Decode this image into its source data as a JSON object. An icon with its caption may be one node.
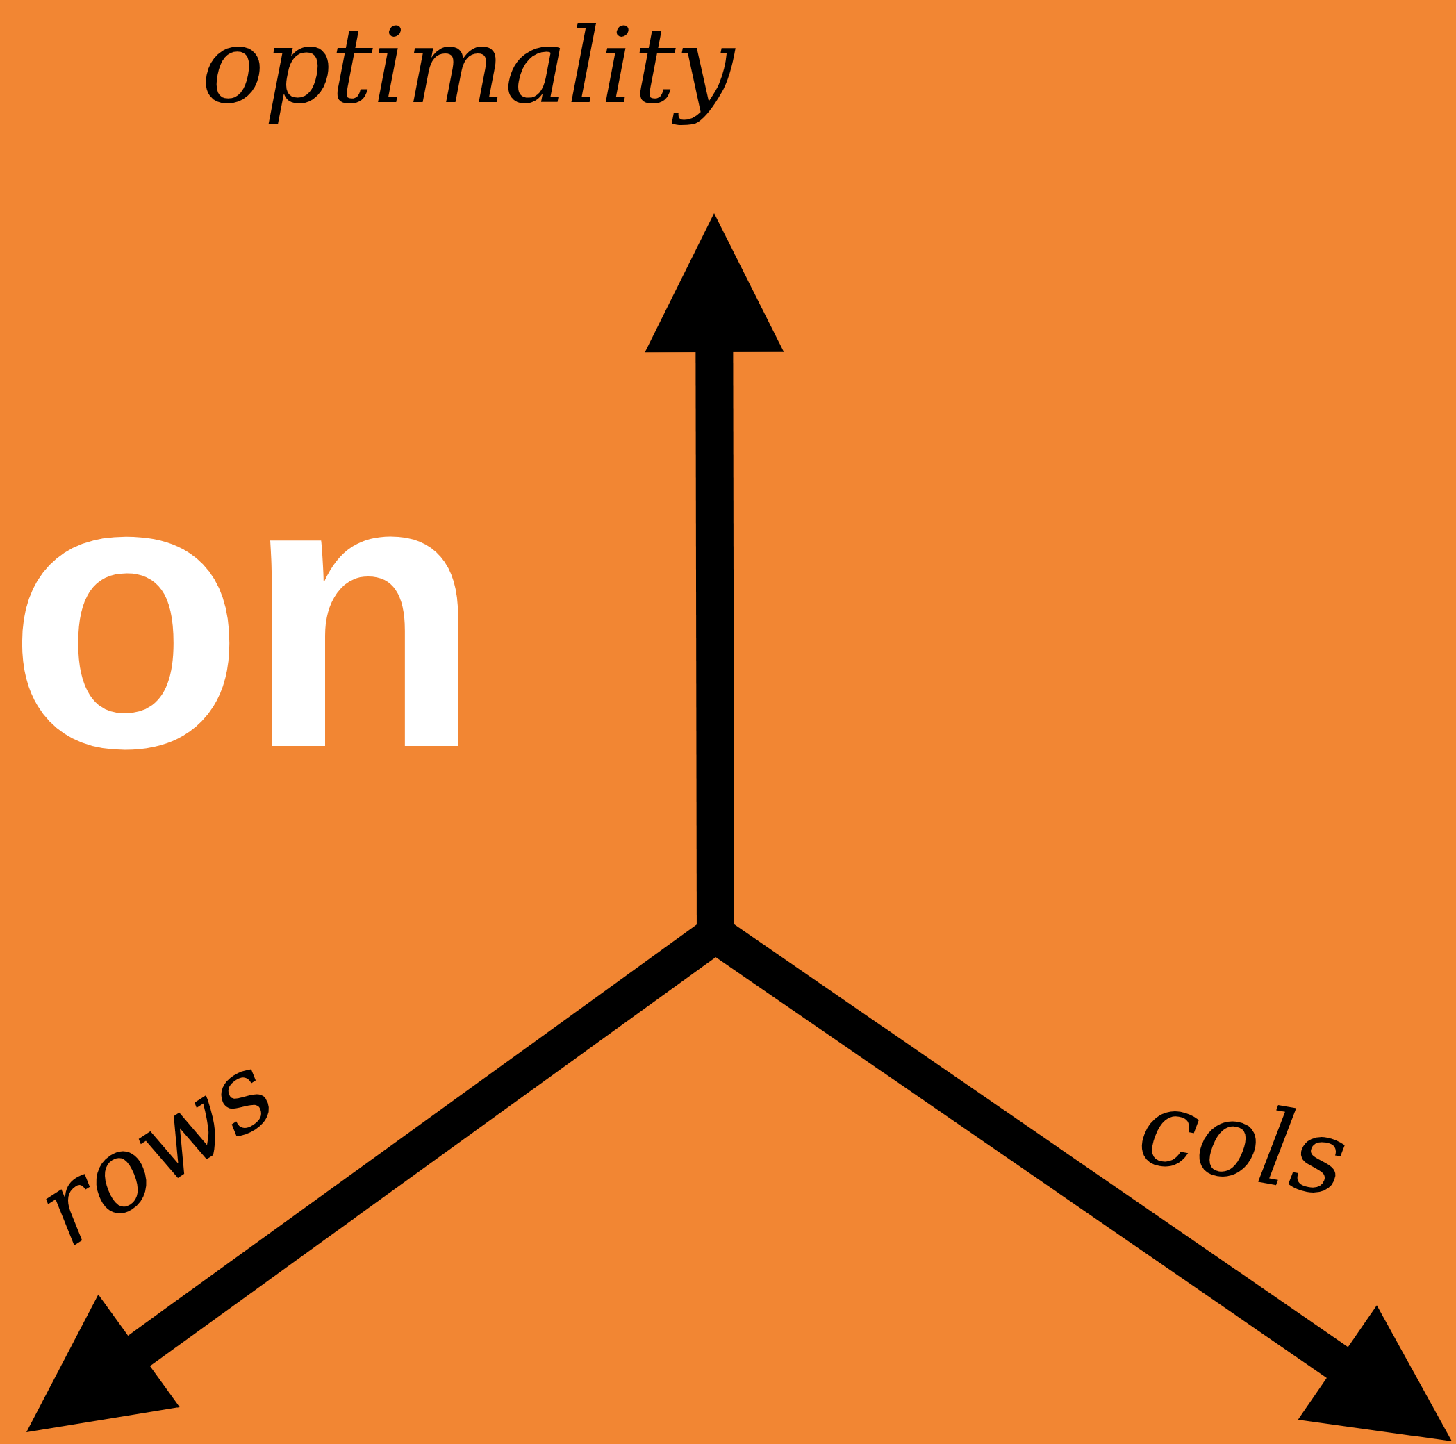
{
  "diagram": {
    "labels": [
      "on",
      "optimality",
      "rows",
      "cols"
    ]
  }
}
